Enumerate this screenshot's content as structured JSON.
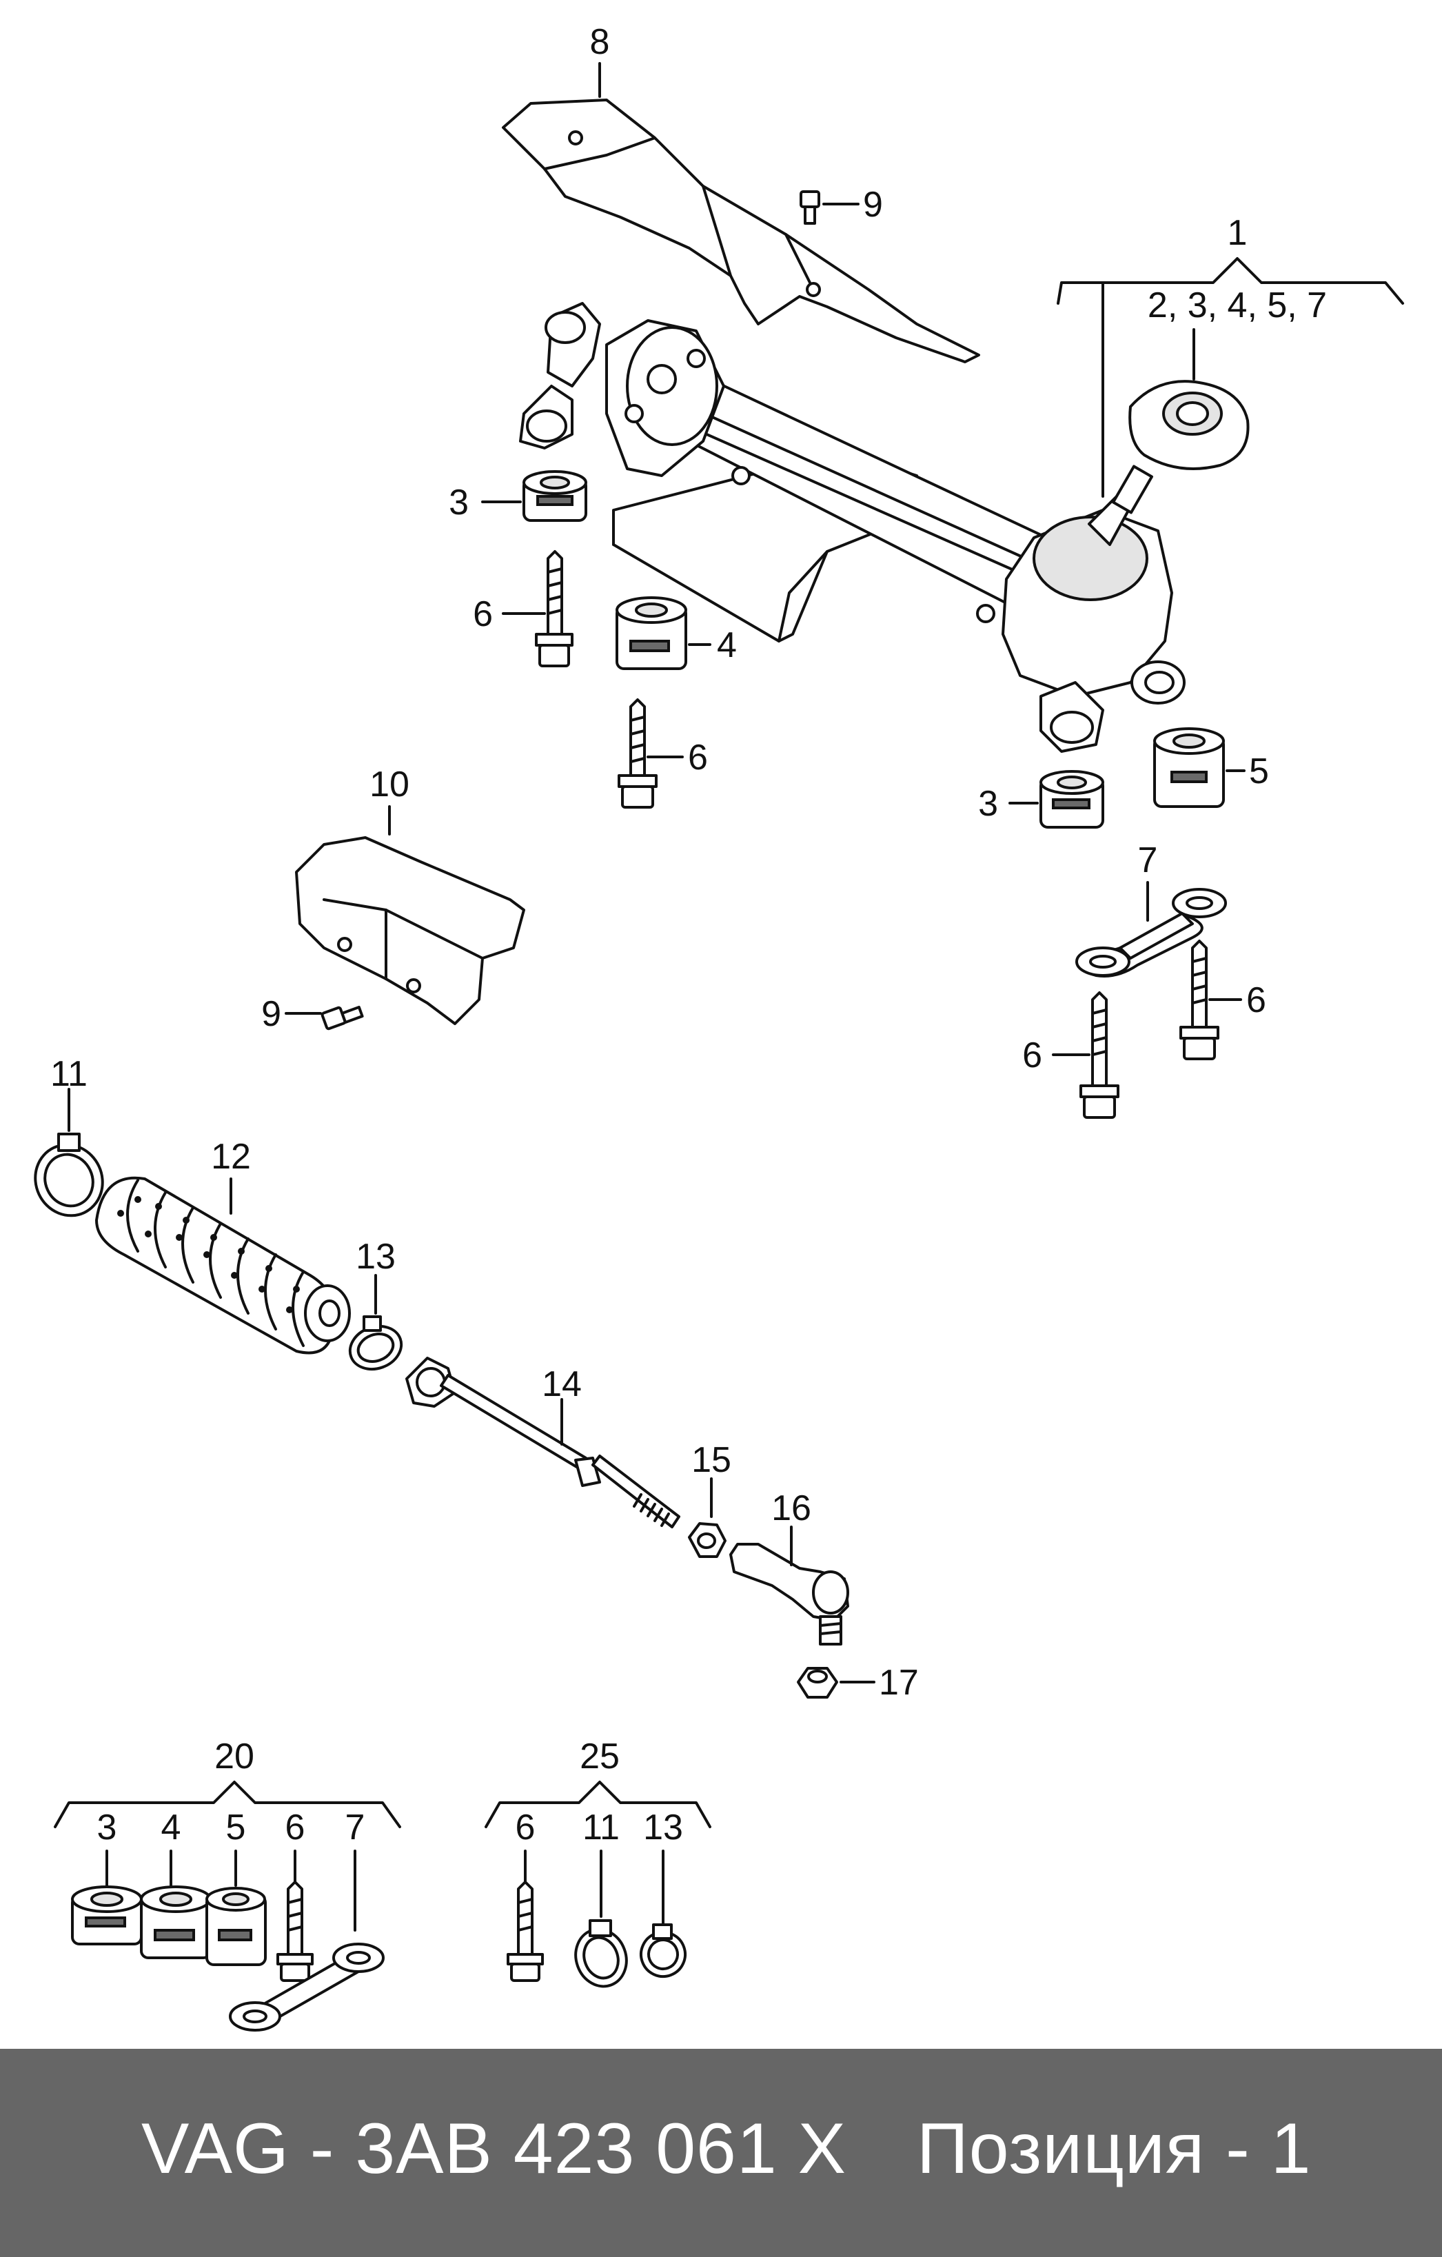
{
  "callouts": {
    "c1": "1",
    "c1_sub": "2, 3, 4, 5, 7",
    "c3a": "3",
    "c3b": "3",
    "c4": "4",
    "c5": "5",
    "c6a": "6",
    "c6b": "6",
    "c6c": "6",
    "c6d": "6",
    "c7": "7",
    "c8": "8",
    "c9a": "9",
    "c9b": "9",
    "c10": "10",
    "c11": "11",
    "c12": "12",
    "c13": "13",
    "c14": "14",
    "c15": "15",
    "c16": "16",
    "c17": "17"
  },
  "kits": {
    "kit20": {
      "label": "20",
      "items": [
        "3",
        "4",
        "5",
        "6",
        "7"
      ]
    },
    "kit25": {
      "label": "25",
      "items": [
        "6",
        "11",
        "13"
      ]
    }
  },
  "footer": {
    "part_code": "VAG - 3AB 423 061 X",
    "position": "Позиция - 1"
  },
  "colors": {
    "footer_bg": "#666666",
    "footer_text": "#ffffff",
    "line": "#111111"
  }
}
